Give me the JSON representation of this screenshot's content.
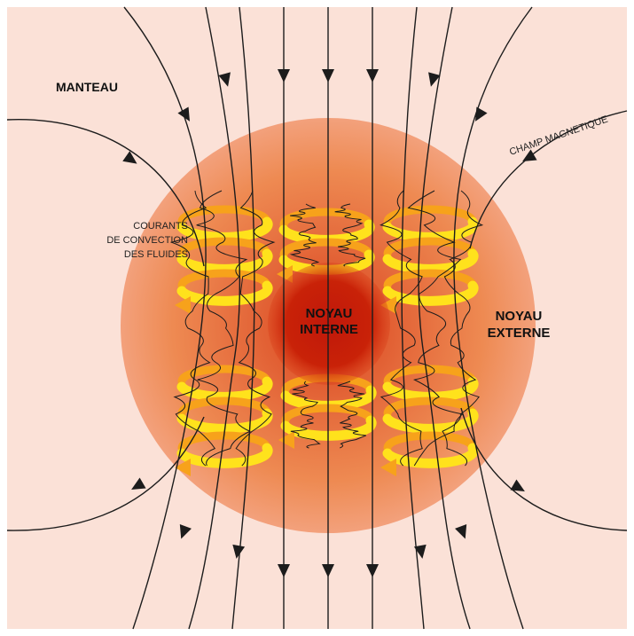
{
  "labels": {
    "mantle": "MANTEAU",
    "magnetic_field": "CHAMP MAGNETIQUE",
    "convection_line1": "COURANTS",
    "convection_line2": "DE CONVECTION",
    "convection_line3": "DES FLUIDES",
    "inner_core_line1": "NOYAU",
    "inner_core_line2": "INTERNE",
    "outer_core_line1": "NOYAU",
    "outer_core_line2": "EXTERNE"
  },
  "colors": {
    "background": "#fbe1d7",
    "outer_core_edge": "#f3a17c",
    "outer_core_mid": "#ee8a52",
    "inner_core": "#c81e08",
    "spiral_yellow": "#ffe21c",
    "spiral_orange": "#f7a21b",
    "field_line": "#1c1c1c"
  },
  "icons": {
    "field_arrow": "triangle-arrow-icon",
    "convection_spiral": "helix-spiral-icon"
  }
}
